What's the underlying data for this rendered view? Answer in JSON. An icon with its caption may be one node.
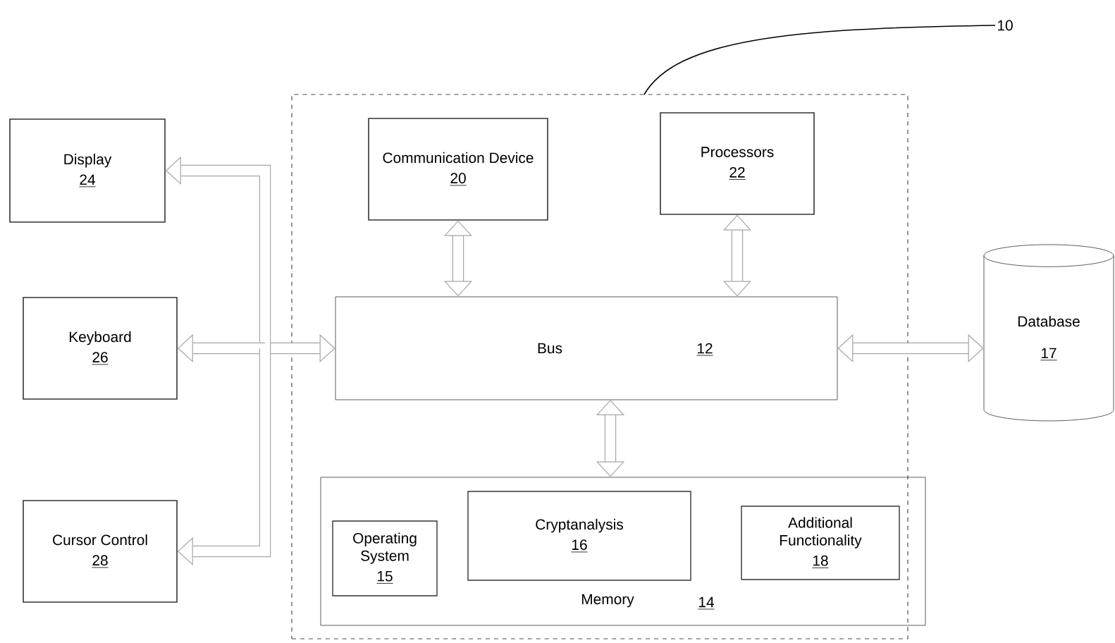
{
  "diagram": {
    "nodes": [
      {
        "text": [],
        "shape": "box"
      },
      {
        "text": [
          "10"
        ]
      },
      {
        "text": [
          "Display",
          "24"
        ]
      },
      {
        "text": [
          "Keyboard",
          "26"
        ]
      },
      {
        "text": [
          "Cursor Control",
          "28"
        ]
      },
      {
        "text": [
          "Communication Device",
          "20"
        ],
        "in": 0
      },
      {
        "text": [
          "Processors",
          "22"
        ],
        "in": 0
      },
      {
        "text": [
          "Bus",
          "12"
        ],
        "in": 0
      },
      {
        "text": [
          "Database",
          "17"
        ]
      },
      {
        "text": [
          "Memory",
          "14"
        ],
        "in": 0
      },
      {
        "text": [
          "Operating System",
          "15"
        ],
        "in": 9
      },
      {
        "text": [
          "Cryptanalysis",
          "16"
        ],
        "in": 9
      },
      {
        "text": [
          "Additional Functionality",
          "18"
        ],
        "in": 9
      }
    ],
    "edges": [
      {
        "from": 5,
        "to": 7,
        "arrow": "both"
      },
      {
        "from": 6,
        "to": 7,
        "arrow": "both"
      },
      {
        "from": 7,
        "to": 9,
        "arrow": "both"
      },
      {
        "from": 7,
        "to": 8,
        "arrow": "both"
      },
      {
        "from": 7,
        "to": 2,
        "arrow": "both"
      },
      {
        "from": 7,
        "to": 3,
        "arrow": "both"
      },
      {
        "from": 7,
        "to": 4,
        "arrow": "both"
      },
      {
        "from": 1,
        "to": 0,
        "arrow": "none",
        "color": "#000000"
      }
    ]
  }
}
